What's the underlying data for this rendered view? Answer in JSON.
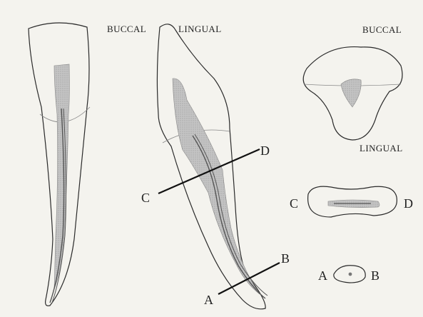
{
  "labels": {
    "buccal_left": "BUCCAL",
    "lingual_top": "LINGUAL",
    "buccal_right": "BUCCAL",
    "lingual_right": "LINGUAL",
    "section_c": "C",
    "section_d": "D",
    "section_a": "A",
    "section_b": "B",
    "cross_c": "C",
    "cross_d": "D",
    "cross_a": "A",
    "cross_b": "B"
  },
  "colors": {
    "outline": "#2a2a2a",
    "pulp_fill": "#b9b9b9",
    "canal": "#555555",
    "background": "#f4f3ee"
  }
}
